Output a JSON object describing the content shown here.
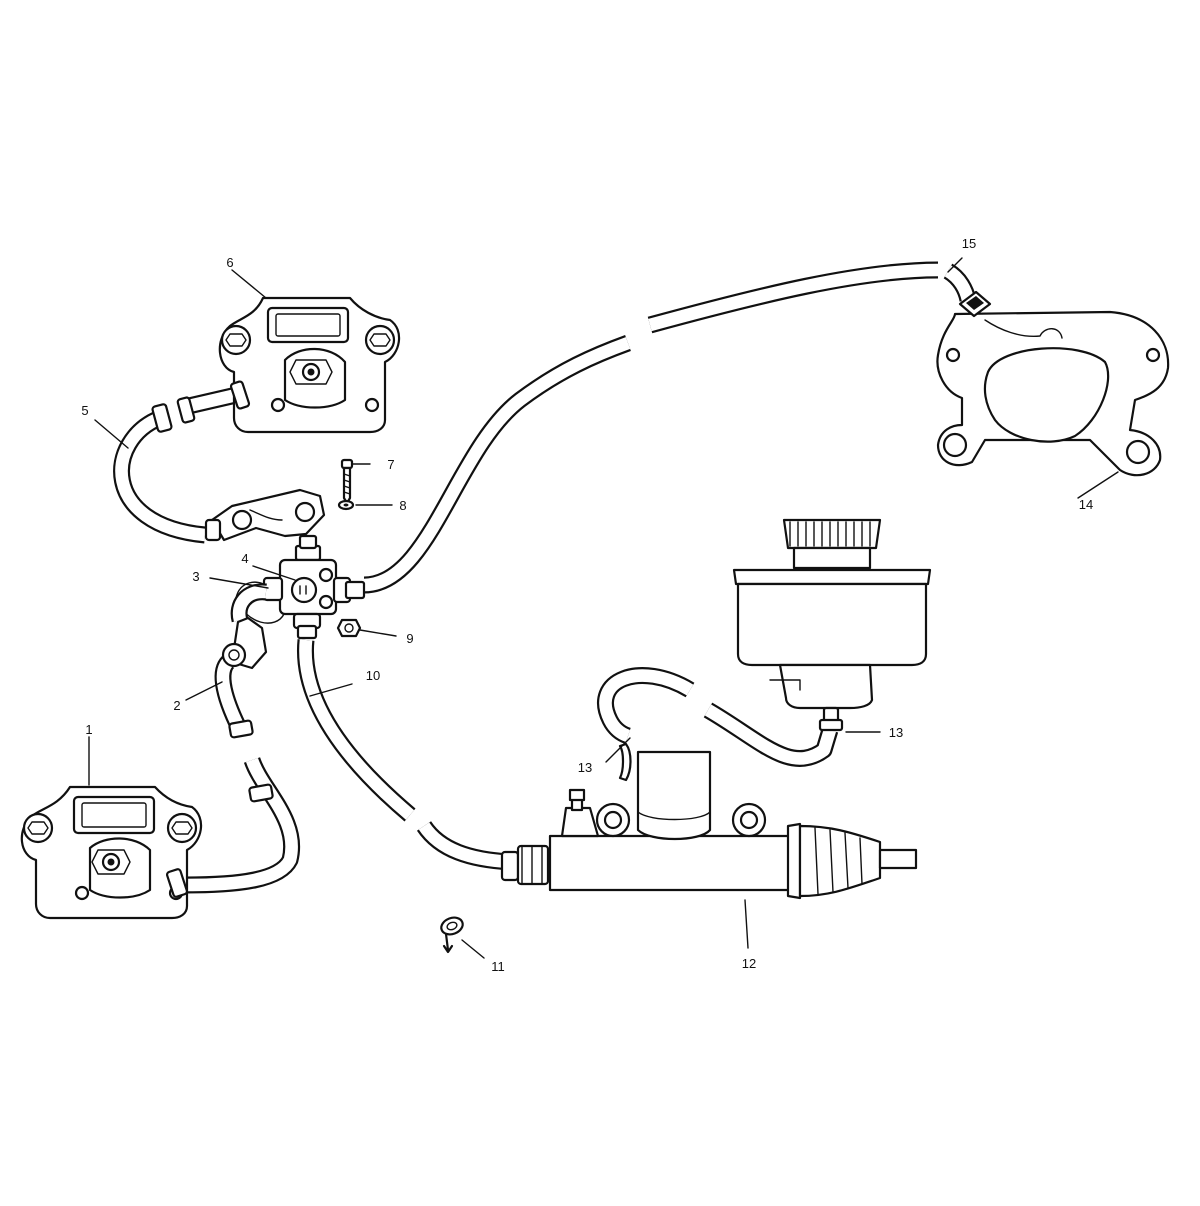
{
  "callouts": {
    "c1": "1",
    "c2": "2",
    "c3": "3",
    "c4": "4",
    "c5": "5",
    "c6": "6",
    "c7": "7",
    "c8": "8",
    "c9": "9",
    "c10": "10",
    "c11": "11",
    "c12": "12",
    "c13a": "13",
    "c13b": "13",
    "c14": "14",
    "c15": "15"
  }
}
